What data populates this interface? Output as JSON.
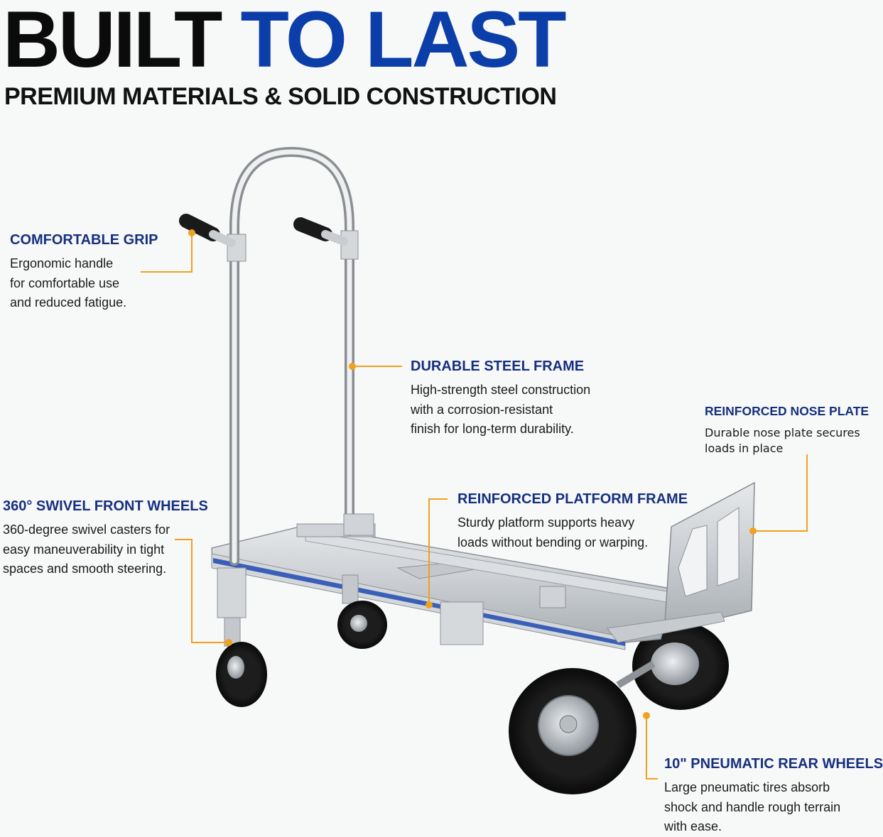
{
  "headline": {
    "part1": "BUILT",
    "part2": "TO LAST"
  },
  "subheadline": "PREMIUM MATERIALS & SOLID CONSTRUCTION",
  "features": {
    "comfortable_grip": {
      "title": "COMFORTABLE GRIP",
      "lines": [
        "Ergonomic handle",
        "for comfortable use",
        "and reduced fatigue."
      ]
    },
    "durable_steel_frame": {
      "title": "DURABLE STEEL FRAME",
      "lines": [
        "High-strength steel construction",
        "with a corrosion-resistant",
        "finish for long-term durability."
      ]
    },
    "reinforced_nose_plate": {
      "title": "REINFORCED NOSE PLATE",
      "lines": [
        "Durable nose plate secures",
        "loads in place"
      ]
    },
    "swivel_front_wheels": {
      "title": "360° SWIVEL FRONT WHEELS",
      "lines": [
        "360-degree swivel casters for",
        "easy maneuverability in tight",
        "spaces and smooth steering."
      ]
    },
    "reinforced_platform_frame": {
      "title": "REINFORCED PLATFORM FRAME",
      "lines": [
        "Sturdy platform supports heavy",
        "loads without bending or warping."
      ]
    },
    "pneumatic_rear_wheels": {
      "title": "10\" PNEUMATIC REAR WHEELS",
      "lines": [
        "Large pneumatic tires absorb",
        "shock and handle rough terrain",
        "with ease."
      ]
    }
  },
  "colors": {
    "headline_black": "#0b0b0b",
    "headline_blue": "#0b3ea8",
    "feature_title_navy": "#16307e",
    "callout_orange": "#f0a11e",
    "frame_stripe_blue": "#3a5fb8"
  }
}
